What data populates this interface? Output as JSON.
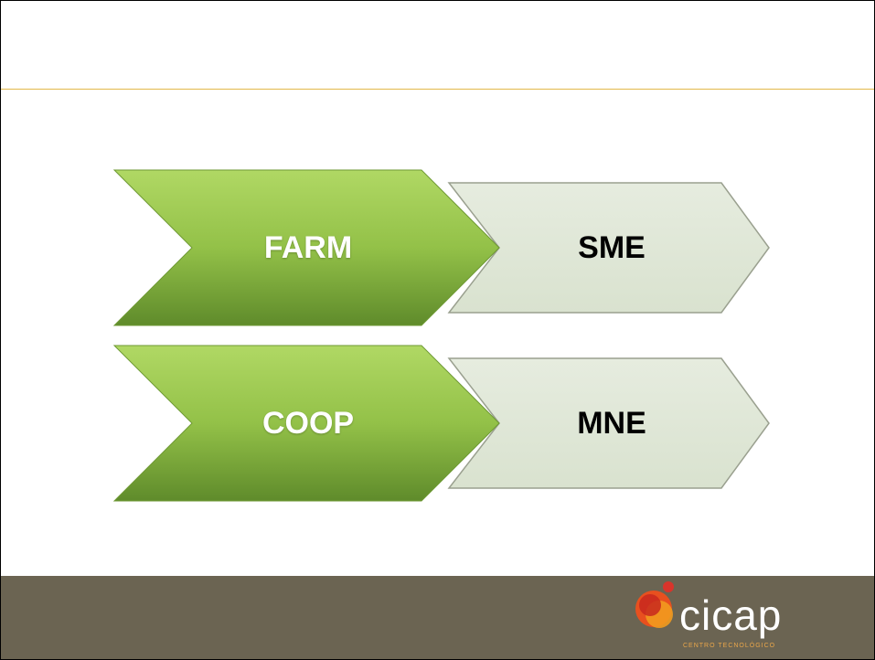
{
  "slide": {
    "boxes": {
      "farm": "FARM",
      "sme": "SME",
      "coop": "COOP",
      "mne": "MNE"
    },
    "logo": {
      "name": "cicap",
      "tagline": "CENTRO TECNOLÓGICO"
    }
  },
  "colors": {
    "green_light": "#a8d05a",
    "green_dark": "#5d8a2a",
    "grey_fill": "#e2e9da",
    "footer": "#6b6452",
    "rule": "#e2b84a"
  }
}
